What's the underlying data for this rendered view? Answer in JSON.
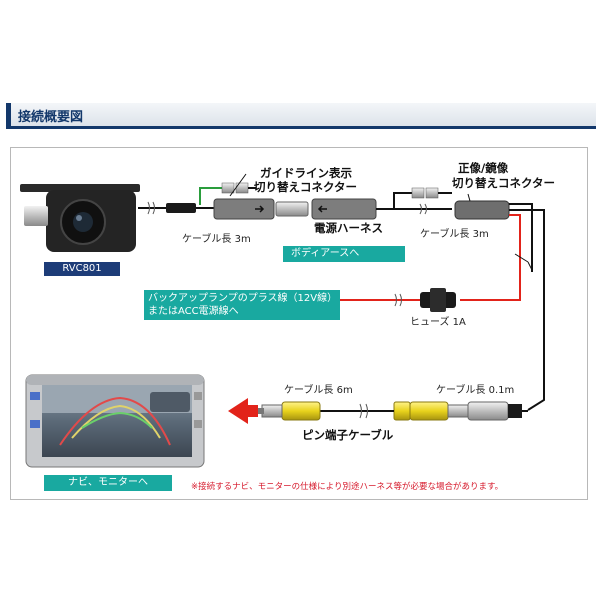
{
  "header": {
    "title": "接続概要図"
  },
  "camera": {
    "model": "RVC801"
  },
  "labels": {
    "guide_line_connector": [
      "ガイドライン表示",
      "切り替えコネクター"
    ],
    "normal_mirror_connector": [
      "正像/鏡像",
      "切り替えコネクター"
    ],
    "power_harness": "電源ハーネス",
    "cable_len_camera": "ケーブル長 3m",
    "cable_len_harness": "ケーブル長 3m",
    "body_ground": "ボディアースへ",
    "backup_lamp": [
      "バックアップランプのプラス線（12V線）",
      "またはACC電源線へ"
    ],
    "fuse": "ヒューズ 1A",
    "cable_len_6m": "ケーブル長 6m",
    "cable_len_01m": "ケーブル長 0.1m",
    "pin_cable": "ピン端子ケーブル",
    "navi_monitor": "ナビ、モニターへ",
    "note": "※接続するナビ、モニターの仕様により別途ハーネス等が必要な場合があります。"
  },
  "colors": {
    "header_navy": "#13386b",
    "teal_label": "#19a9a0",
    "model_badge": "#1d3c78",
    "power_wire": "#e2231a",
    "ground_wire": "#2a9d3c",
    "arrow": "#e2231a",
    "rca_yellow": "#e8d21c"
  }
}
